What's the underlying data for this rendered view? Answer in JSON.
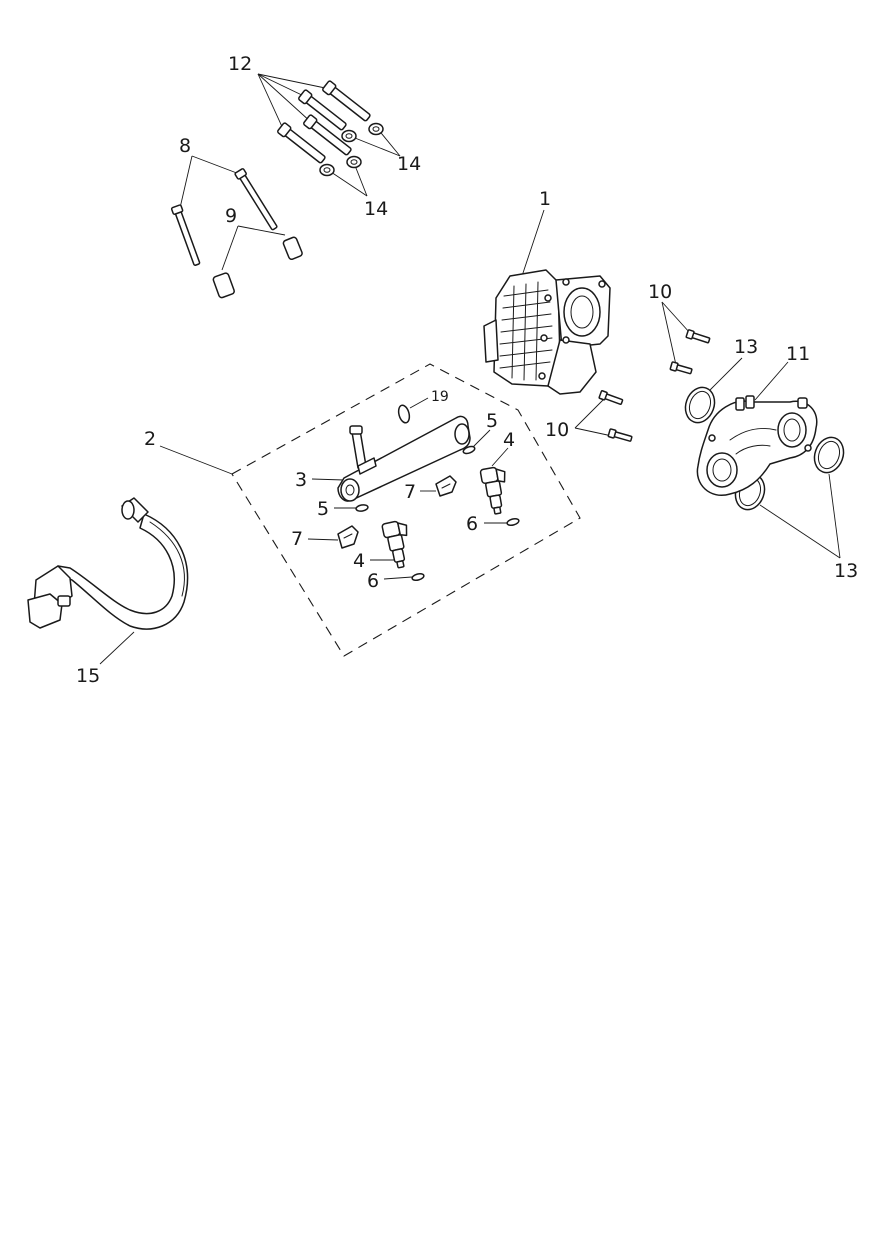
{
  "diagram": {
    "callouts": {
      "c1": "1",
      "c2": "2",
      "c3": "3",
      "c4a": "4",
      "c4b": "4",
      "c5a": "5",
      "c5b": "5",
      "c6a": "6",
      "c6b": "6",
      "c7a": "7",
      "c7b": "7",
      "c8": "8",
      "c9": "9",
      "c10a": "10",
      "c10b": "10",
      "c11": "11",
      "c12": "12",
      "c13a": "13",
      "c13b": "13",
      "c14a": "14",
      "c14b": "14",
      "c15": "15",
      "c19": "19"
    }
  }
}
